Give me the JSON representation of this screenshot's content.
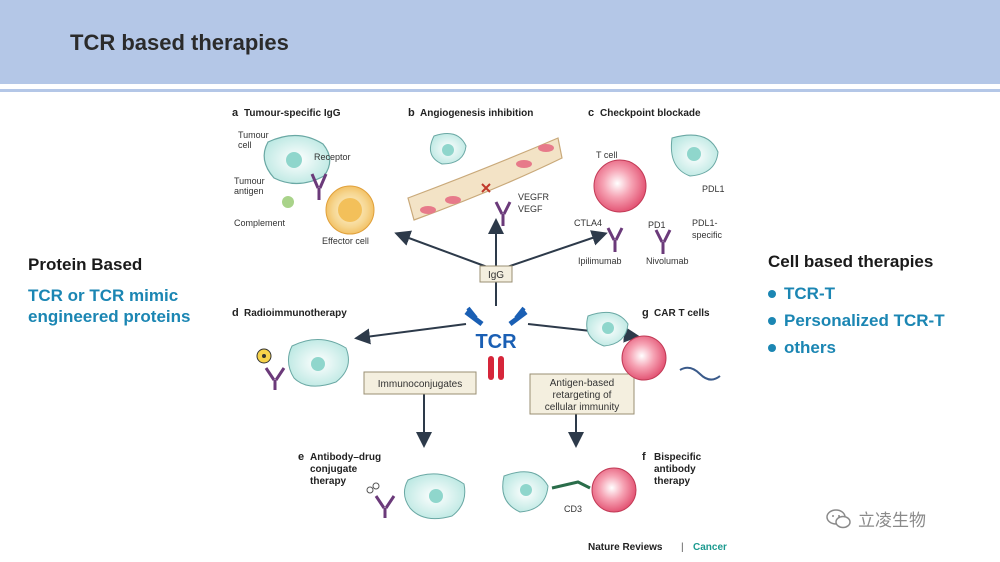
{
  "header": {
    "title": "TCR based therapies"
  },
  "left": {
    "heading": "Protein Based",
    "subtitle": "TCR or TCR mimic\nengineered proteins"
  },
  "right": {
    "heading": "Cell based therapies",
    "items": [
      "TCR-T",
      "Personalized TCR-T",
      "others"
    ]
  },
  "figure": {
    "panels": {
      "a": {
        "letter": "a",
        "title": "Tumour-specific IgG",
        "labels": {
          "tumour_cell": "Tumour\ncell",
          "receptor": "Receptor",
          "tumour_antigen": "Tumour\nantigen",
          "complement": "Complement",
          "effector_cell": "Effector cell"
        }
      },
      "b": {
        "letter": "b",
        "title": "Angiogenesis inhibition",
        "labels": {
          "vegfr": "VEGFR",
          "vegf": "VEGF"
        }
      },
      "c": {
        "letter": "c",
        "title": "Checkpoint blockade",
        "labels": {
          "t_cell": "T cell",
          "pdl1": "PDL1",
          "ctla4": "CTLA4",
          "pd1": "PD1",
          "pdl1_specific": "PDL1-\nspecific",
          "ipilimumab": "Ipilimumab",
          "nivolumab": "Nivolumab"
        }
      },
      "d": {
        "letter": "d",
        "title": "Radioimmunotherapy"
      },
      "e": {
        "letter": "e",
        "title": "Antibody–drug\nconjugate\ntherapy"
      },
      "f": {
        "letter": "f",
        "title": "Bispecific\nantibody\ntherapy",
        "labels": {
          "cd3": "CD3"
        }
      },
      "g": {
        "letter": "g",
        "title": "CAR T cells"
      }
    },
    "center": {
      "igg": "IgG",
      "tcr": "TCR",
      "immunoconjugates": "Immunoconjugates",
      "antigen_based": "Antigen-based\nretargeting of\ncellular immunity"
    },
    "credit": {
      "journal": "Nature Reviews",
      "separator": " | ",
      "section": "Cancer"
    }
  },
  "watermark": {
    "text": "立凌生物",
    "icon": "wechat-icon"
  },
  "colors": {
    "header_bg": "#b4c7e7",
    "accent": "#1b86b3",
    "tcr_blue": "#1a5fb4",
    "tcr_red": "#d6263a"
  }
}
